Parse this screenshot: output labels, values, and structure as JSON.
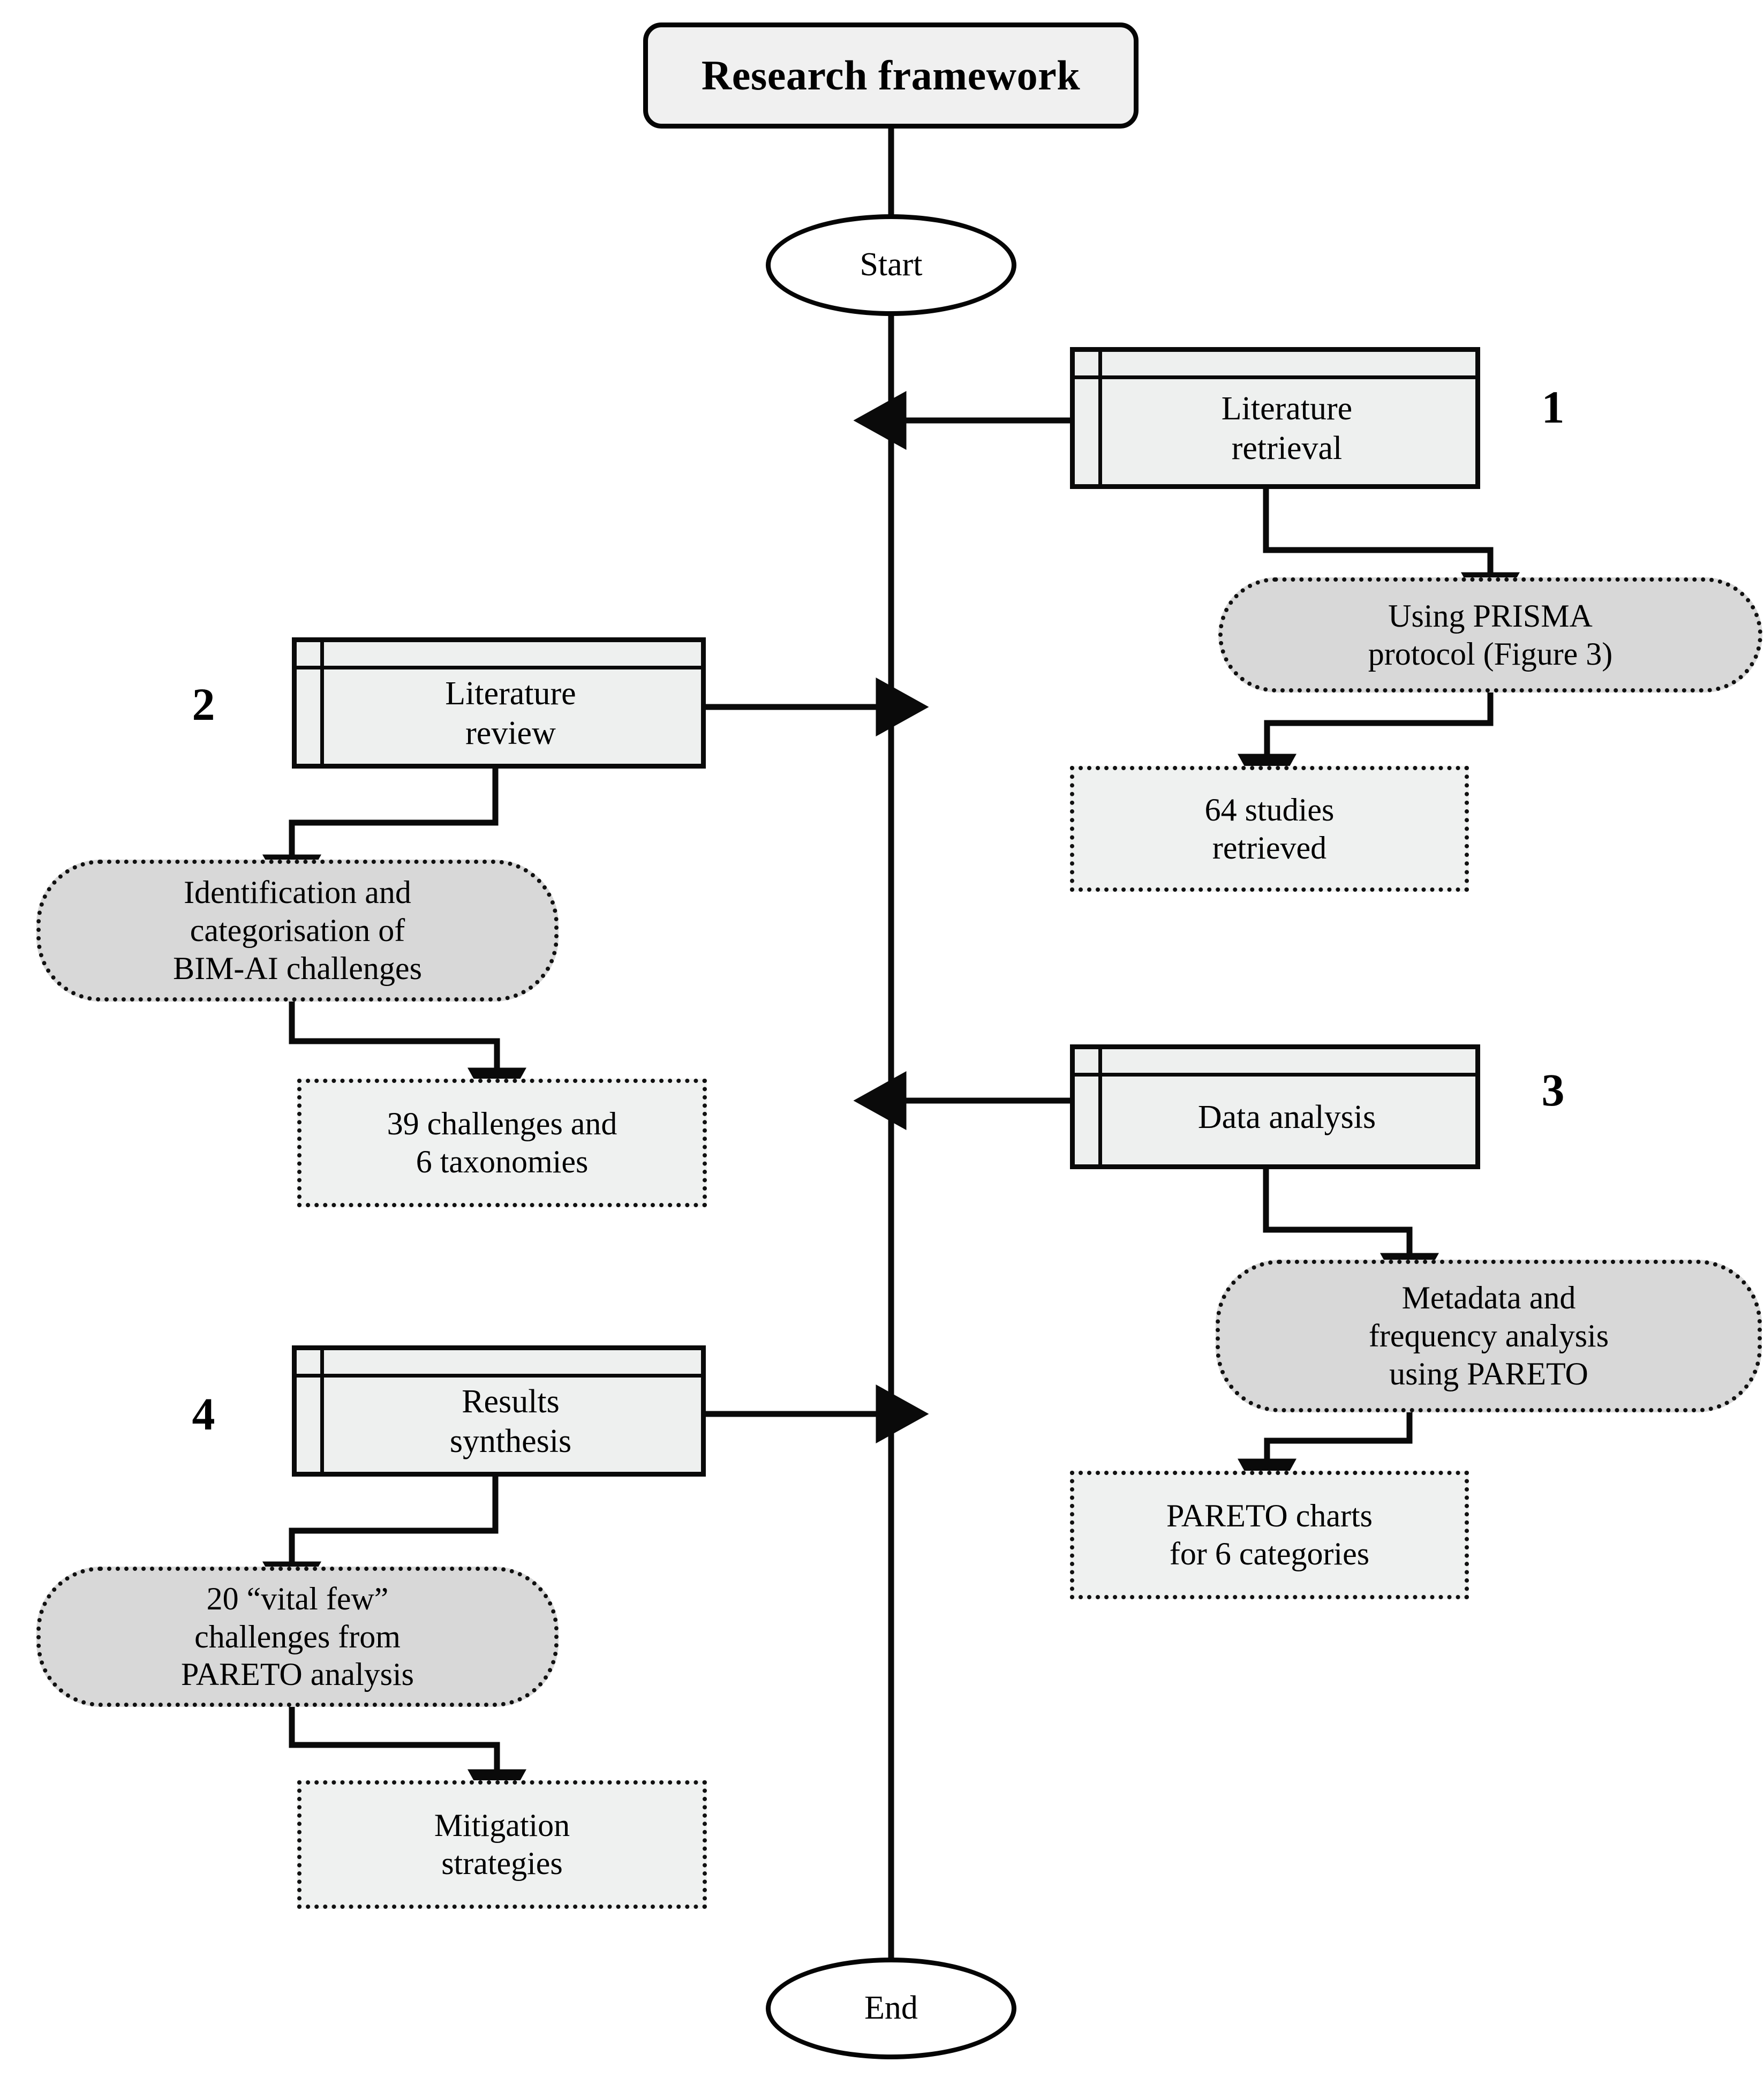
{
  "diagram": {
    "title": "Research framework",
    "type": "flowchart",
    "orientation": "vertical-spine-with-side-branches"
  },
  "title_box": {
    "label": "Research framework"
  },
  "terminators": {
    "start": "Start",
    "end": "End"
  },
  "step_numbers": {
    "one": "1",
    "two": "2",
    "three": "3",
    "four": "4"
  },
  "branches": [
    {
      "number": "1",
      "side": "right",
      "stage": "Literature retrieval",
      "method": "Using PRISMA protocol (Figure 3)",
      "output": "64 studies retrieved"
    },
    {
      "number": "2",
      "side": "left",
      "stage": "Literature review",
      "method": "Identification and categorisation of BIM-AI challenges",
      "output": "39 challenges and 6 taxonomies"
    },
    {
      "number": "3",
      "side": "right",
      "stage": "Data analysis",
      "method": "Metadata and frequency analysis using PARETO",
      "output": "PARETO charts for 6 categories"
    },
    {
      "number": "4",
      "side": "left",
      "stage": "Results synthesis",
      "method": "20 “vital few” challenges from PARETO analysis",
      "output": "Mitigation strategies"
    }
  ],
  "nodes": {
    "stage_1": "Literature retrieval",
    "method_1": "Using PRISMA\nprotocol (Figure 3)",
    "output_1": "64 studies\nretrieved",
    "stage_2": "Literature\nreview",
    "method_2": "Identification and\ncategorisation of\nBIM-AI challenges",
    "output_2": "39 challenges and\n6 taxonomies",
    "stage_3": "Data analysis",
    "method_3": "Metadata and\nfrequency analysis\nusing PARETO",
    "output_3": "PARETO charts\nfor 6 categories",
    "stage_4": "Results\nsynthesis",
    "method_4": "20 “vital few”\nchallenges from\nPARETO analysis",
    "output_4": "Mitigation\nstrategies",
    "stage_1_display": "Literature\nretrieval"
  },
  "colors": {
    "line": "#0a0a0a",
    "method_fill": "#d8d8d8",
    "output_fill": "#eff1f0",
    "stage_fill": "#eef0ef",
    "terminator_fill": "#ffffff",
    "title_fill": "#f0f0f0",
    "background": "#ffffff"
  }
}
